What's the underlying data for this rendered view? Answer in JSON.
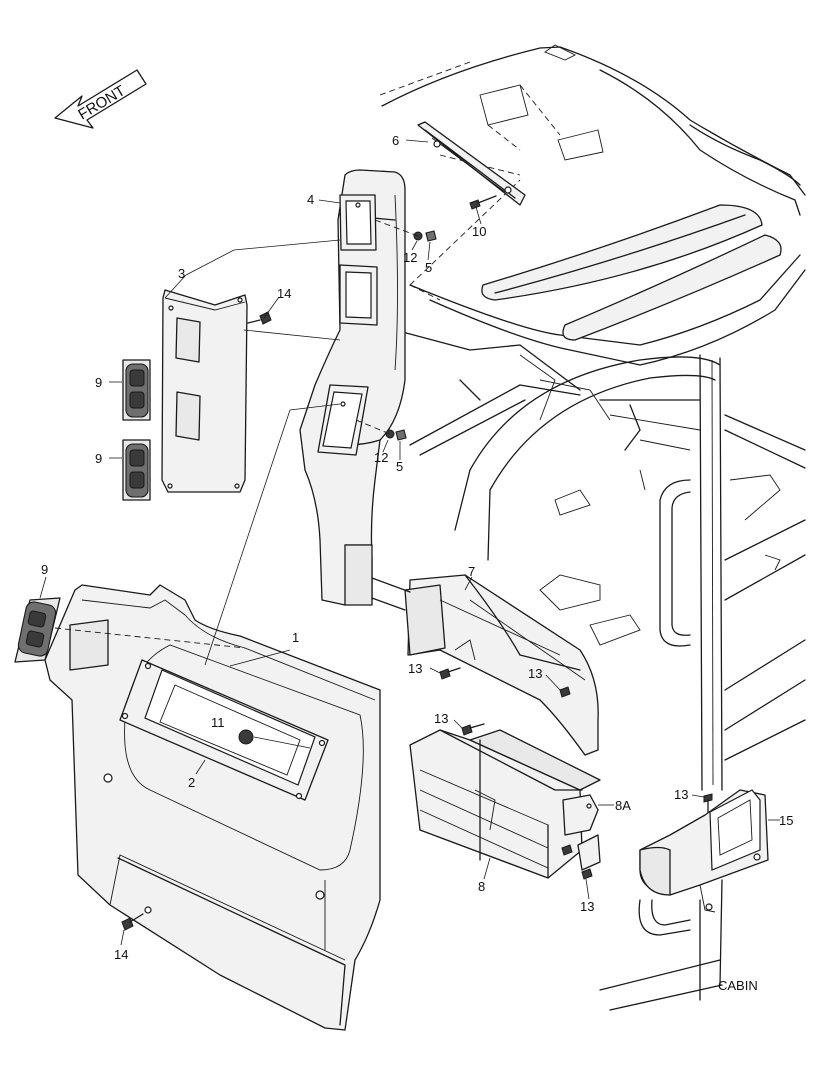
{
  "diagram": {
    "front_label": "FRONT",
    "cabin_label": "CABIN",
    "callouts": {
      "c1": "1",
      "c2": "2",
      "c3": "3",
      "c4": "4",
      "c5a": "5",
      "c5b": "5",
      "c6": "6",
      "c7": "7",
      "c8": "8",
      "c8a": "8A",
      "c9a": "9",
      "c9b": "9",
      "c9c": "9",
      "c10": "10",
      "c11": "11",
      "c12a": "12",
      "c12b": "12",
      "c13a": "13",
      "c13b": "13",
      "c13c": "13",
      "c13d": "13",
      "c13e": "13",
      "c14a": "14",
      "c14b": "14",
      "c15": "15"
    }
  }
}
